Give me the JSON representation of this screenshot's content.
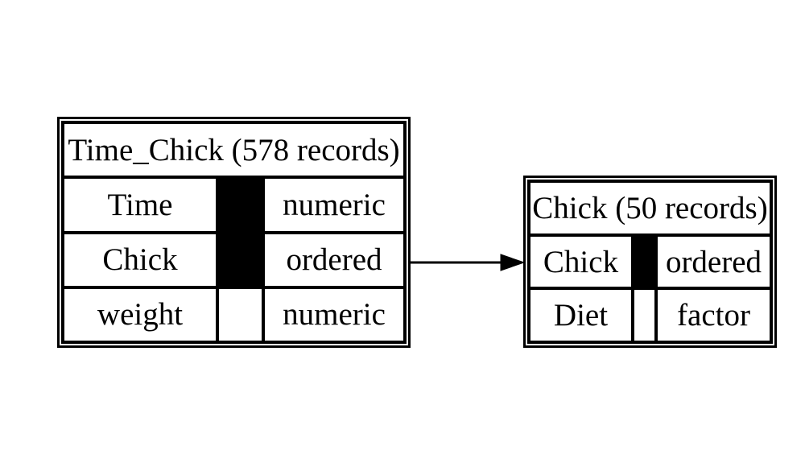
{
  "canvas": {
    "background": "#ffffff",
    "line_color": "#000000",
    "key_fill_color": "#000000"
  },
  "tables": [
    {
      "title": "Time_Chick (578 records)",
      "fields": [
        {
          "name": "Time",
          "type": "numeric",
          "is_key": true
        },
        {
          "name": "Chick",
          "type": "ordered",
          "is_key": true
        },
        {
          "name": "weight",
          "type": "numeric",
          "is_key": false
        }
      ]
    },
    {
      "title": "Chick (50 records)",
      "fields": [
        {
          "name": "Chick",
          "type": "ordered",
          "is_key": true
        },
        {
          "name": "Diet",
          "type": "factor",
          "is_key": false
        }
      ]
    }
  ],
  "relation": {
    "from_table": "Time_Chick",
    "from_field": "Chick",
    "to_table": "Chick",
    "to_field": "Chick"
  }
}
